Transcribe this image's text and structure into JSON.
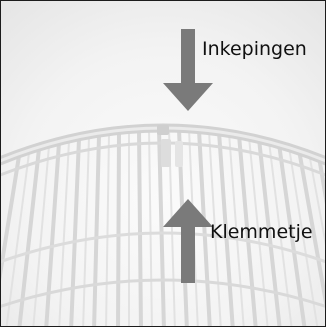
{
  "labels": {
    "top": "Inkepingen",
    "bottom": "Klemmetje"
  },
  "arrows": {
    "top": {
      "direction": "down",
      "icon": "arrow-down-icon",
      "color": "#7a7a7a"
    },
    "bottom": {
      "direction": "up",
      "icon": "arrow-up-icon",
      "color": "#7a7a7a"
    }
  },
  "image": {
    "subject": "fan-grille-icon",
    "background_color": "#f2f2f2",
    "grille_color": "#dadada"
  }
}
